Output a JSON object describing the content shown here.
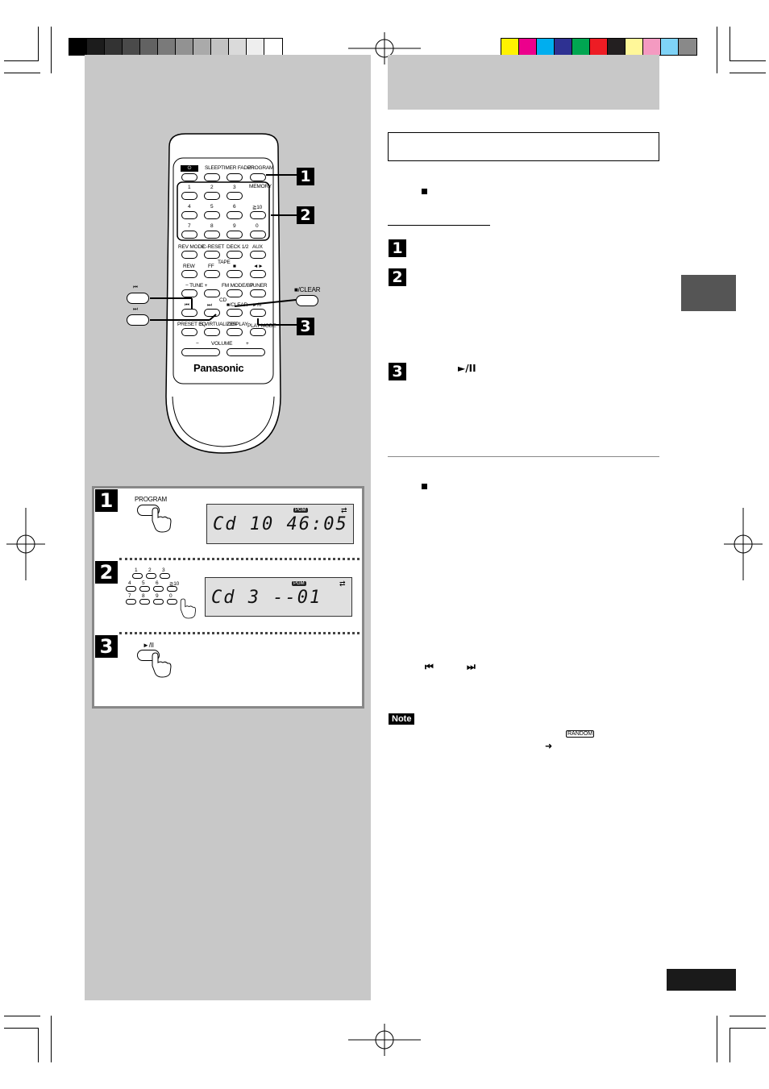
{
  "registration": {
    "grey_swatches": [
      "#000000",
      "#1c1c1c",
      "#333333",
      "#4a4a4a",
      "#626262",
      "#7a7a7a",
      "#929292",
      "#aaaaaa",
      "#c2c2c2",
      "#dadada",
      "#eeeeee",
      "#ffffff"
    ],
    "color_swatches": [
      "#fff200",
      "#ec008c",
      "#00aeef",
      "#2e3192",
      "#00a651",
      "#ed1c24",
      "#231f20",
      "#fff799",
      "#f49ac1",
      "#7fd3f7",
      "#898989"
    ]
  },
  "remote": {
    "brand": "Panasonic",
    "labels": {
      "power": "⏻",
      "sleep": "SLEEP",
      "timer_fader": "TIMER FADER",
      "program": "PROGRAM",
      "memory": "MEMORY",
      "n1": "1",
      "n2": "2",
      "n3": "3",
      "n4": "4",
      "n5": "5",
      "n6": "6",
      "n10": "≧10",
      "n7": "7",
      "n8": "8",
      "n9": "9",
      "n0": "0",
      "rev_mode": "REV MODE",
      "c_reset": "C-RESET",
      "deck": "DECK 1/2",
      "aux": "AUX",
      "rew": "REW",
      "ff": "FF",
      "tape": "TAPE",
      "stop_sym": "■",
      "dir": "◄►",
      "tune": "−  TUNE  +",
      "fm_mode": "FM MODE/BP",
      "tuner": "TUNER",
      "cd": "CD",
      "skip_back": "⏮",
      "skip_fwd": "⏭",
      "stop_clear": "■/CLEAR",
      "play_pause": "►/II",
      "preset_eq": "PRESET EQ",
      "s_virtualizer": "S.VIRTUALIZER",
      "display": "DISPLAY",
      "play_mode": "PLAY MODE",
      "vol_minus": "−",
      "volume": "VOLUME",
      "vol_plus": "+"
    },
    "side_labels": {
      "skip_back": "⏮",
      "skip_fwd": "⏭",
      "clear": "■/CLEAR"
    },
    "callouts": [
      "1",
      "2",
      "3"
    ]
  },
  "panel": {
    "step1": {
      "num": "1",
      "button": "PROGRAM",
      "lcd": "Cd 10  46:05",
      "pgm": "PGM",
      "arrow": "⇄"
    },
    "step2": {
      "num": "2",
      "keys_row1": [
        "1",
        "2",
        "3"
      ],
      "keys_row2": [
        "4",
        "5",
        "6",
        "≧10"
      ],
      "keys_row3": [
        "7",
        "8",
        "9",
        "0"
      ],
      "lcd": "Cd  3   --01",
      "pgm": "PGM",
      "arrow": "⇄"
    },
    "step3": {
      "num": "3",
      "button": "►/II"
    }
  },
  "text_column": {
    "steps": [
      "1",
      "2",
      "3"
    ],
    "step3_symbol": "►/II",
    "skip_symbols": [
      "⏮",
      "⏭"
    ],
    "note": "Note",
    "random_key": "RANDOM",
    "arrow": "➜"
  }
}
